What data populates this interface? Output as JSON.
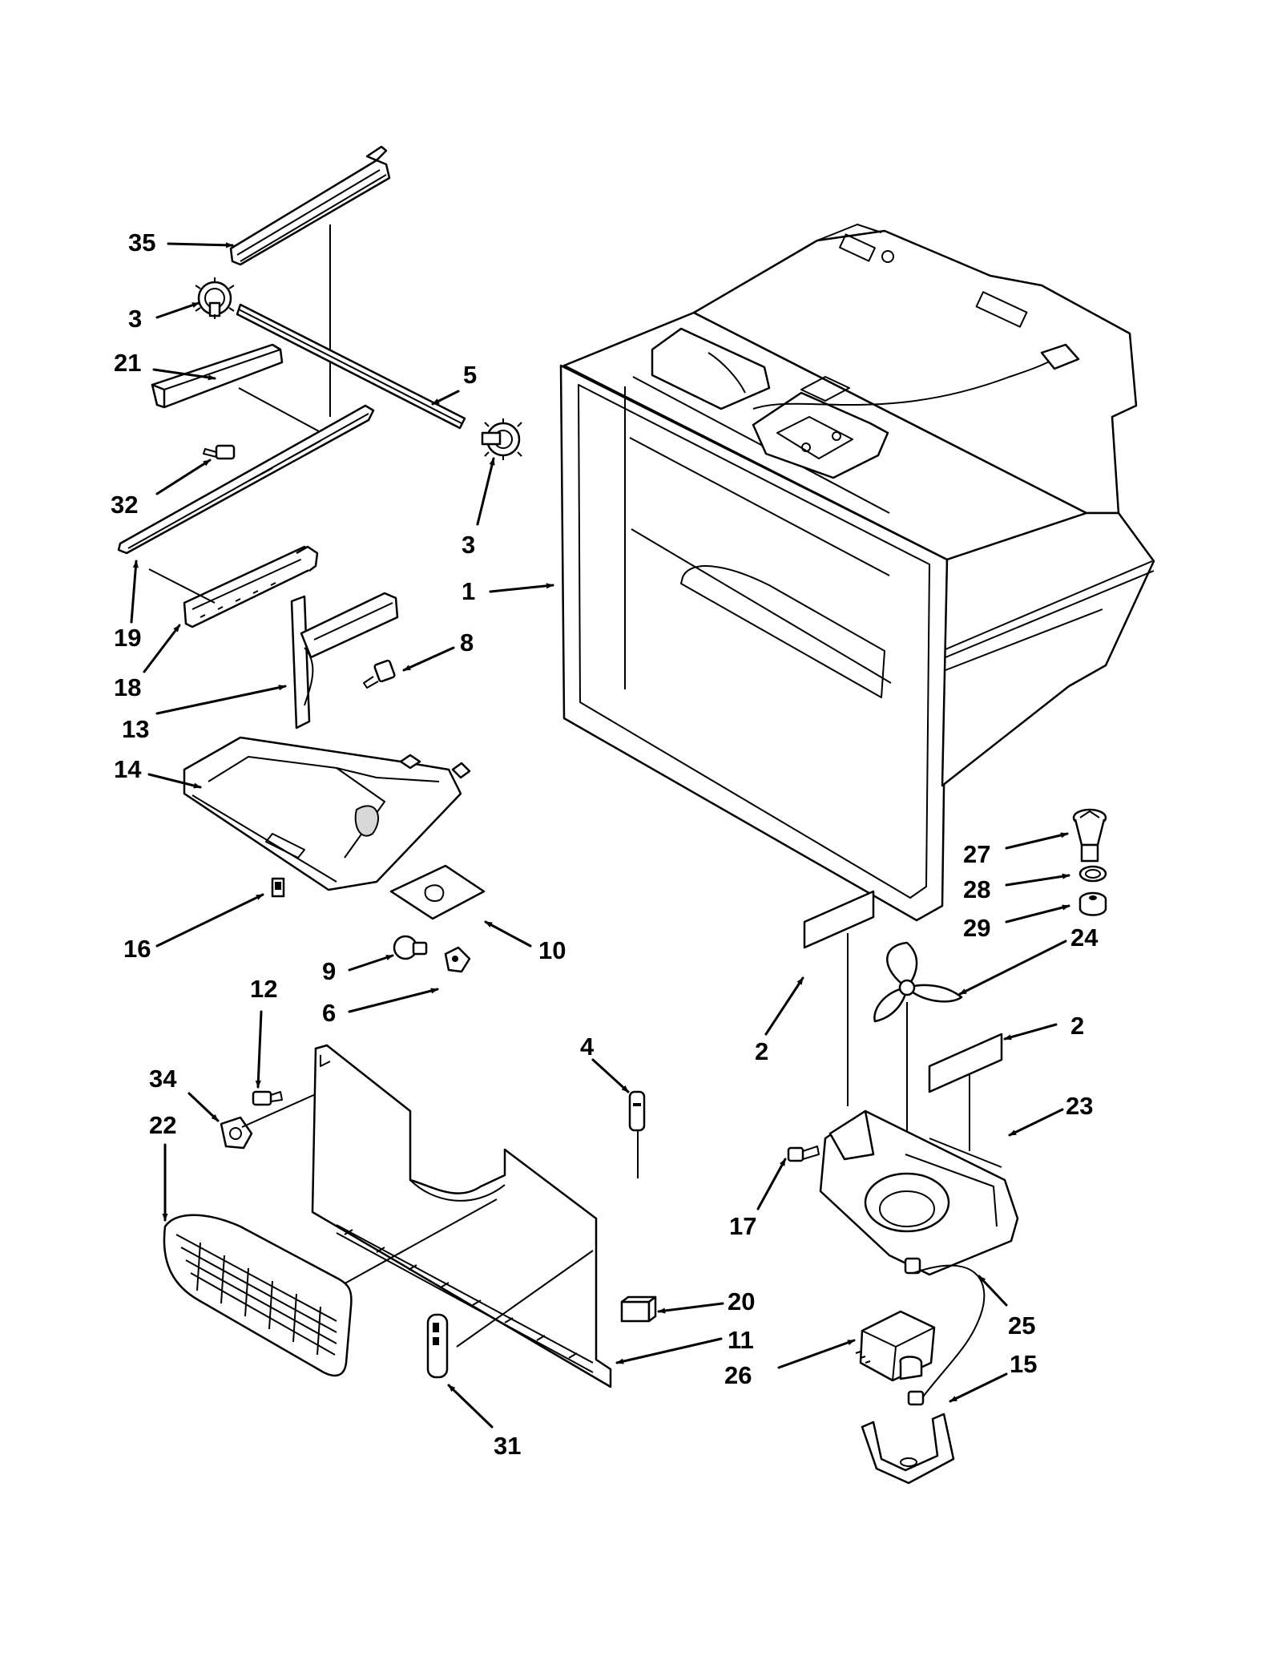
{
  "diagram": {
    "callouts": [
      {
        "id": "c35",
        "text": "35"
      },
      {
        "id": "c3a",
        "text": "3"
      },
      {
        "id": "c21",
        "text": "21"
      },
      {
        "id": "c5",
        "text": "5"
      },
      {
        "id": "c32",
        "text": "32"
      },
      {
        "id": "c3b",
        "text": "3"
      },
      {
        "id": "c1",
        "text": "1"
      },
      {
        "id": "c19",
        "text": "19"
      },
      {
        "id": "c18",
        "text": "18"
      },
      {
        "id": "c8",
        "text": "8"
      },
      {
        "id": "c13",
        "text": "13"
      },
      {
        "id": "c14",
        "text": "14"
      },
      {
        "id": "c27",
        "text": "27"
      },
      {
        "id": "c28",
        "text": "28"
      },
      {
        "id": "c29",
        "text": "29"
      },
      {
        "id": "c16",
        "text": "16"
      },
      {
        "id": "c10",
        "text": "10"
      },
      {
        "id": "c24",
        "text": "24"
      },
      {
        "id": "c9",
        "text": "9"
      },
      {
        "id": "c6",
        "text": "6"
      },
      {
        "id": "c12",
        "text": "12"
      },
      {
        "id": "c4",
        "text": "4"
      },
      {
        "id": "c2a",
        "text": "2"
      },
      {
        "id": "c2b",
        "text": "2"
      },
      {
        "id": "c34",
        "text": "34"
      },
      {
        "id": "c22",
        "text": "22"
      },
      {
        "id": "c23",
        "text": "23"
      },
      {
        "id": "c17",
        "text": "17"
      },
      {
        "id": "c20",
        "text": "20"
      },
      {
        "id": "c25",
        "text": "25"
      },
      {
        "id": "c11",
        "text": "11"
      },
      {
        "id": "c26",
        "text": "26"
      },
      {
        "id": "c15",
        "text": "15"
      },
      {
        "id": "c31",
        "text": "31"
      }
    ]
  }
}
